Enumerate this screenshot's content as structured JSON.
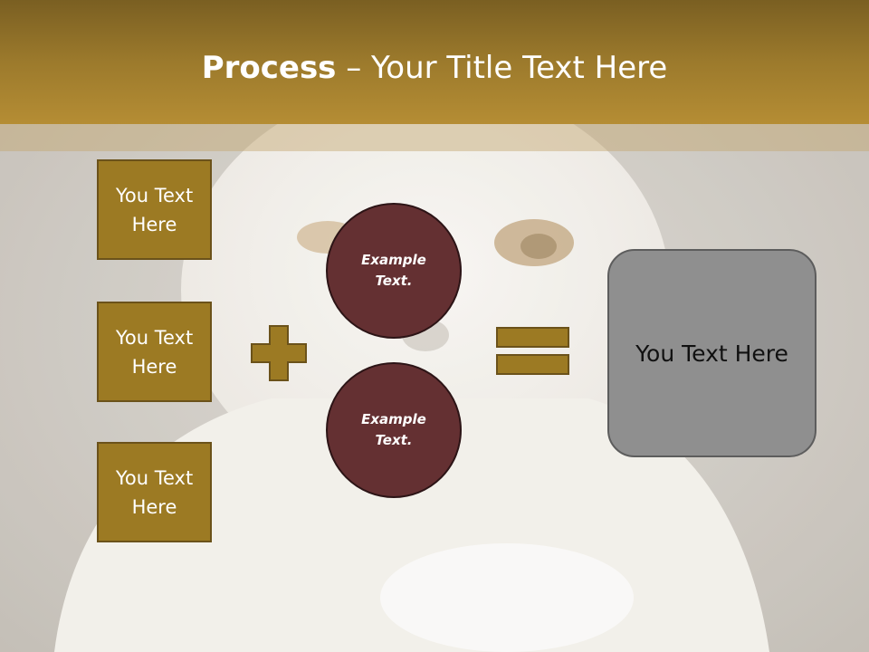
{
  "title": {
    "bold": "Process",
    "rest": " – Your Title Text Here"
  },
  "left_boxes": [
    {
      "label": "You Text Here"
    },
    {
      "label": "You Text Here"
    },
    {
      "label": "You Text Here"
    }
  ],
  "circles": [
    {
      "label": "Example Text."
    },
    {
      "label": "Example Text."
    }
  ],
  "result_box": {
    "label": "You Text Here"
  },
  "icons": {
    "plus": "plus-icon",
    "equals": "equals-icon"
  },
  "colors": {
    "header": "#9c7a2c",
    "box": "#9c7a23",
    "circle": "#643032",
    "result": "#8f8f8f"
  }
}
